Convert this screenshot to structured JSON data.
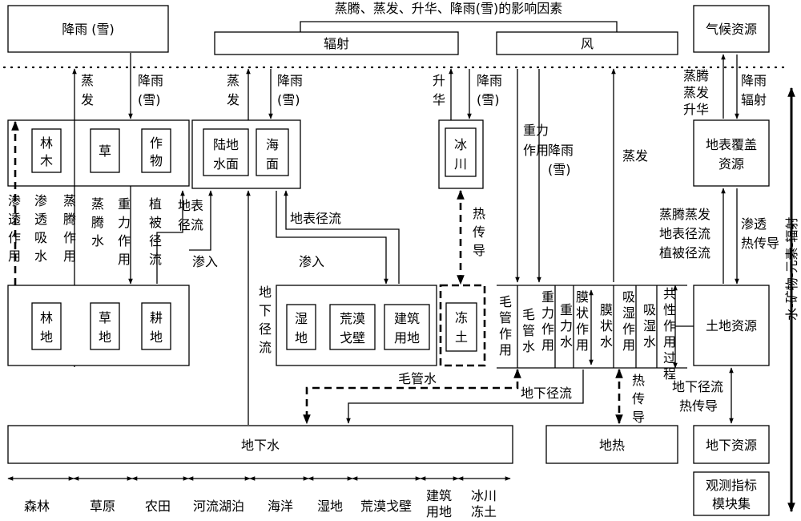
{
  "header": {
    "title": "蒸腾、蒸发、升华、降雨(雪)的影响因素",
    "precip_box": "降雨 (雪)",
    "radiation_box": "辐射",
    "wind_box": "风",
    "climate_box": "气候资源"
  },
  "right_axis": "水-矿物-元素-辐射",
  "flow_labels": {
    "evaporation": [
      "蒸",
      "发"
    ],
    "precipitation": [
      "降雨",
      "(雪)"
    ],
    "sublimation": [
      "升",
      "华"
    ],
    "gravity": [
      "重力",
      "作用"
    ],
    "precip_mid": [
      "降雨",
      "(雪)"
    ],
    "evap_mid": "蒸发",
    "evap_sub_climate": [
      "蒸腾",
      "蒸发",
      "升华"
    ],
    "precip_rad_climate": [
      "降雨",
      "辐射"
    ]
  },
  "veg_cover": {
    "items": [
      [
        "林",
        "木"
      ],
      "草",
      [
        "作",
        "物"
      ]
    ]
  },
  "water_surface": {
    "land": [
      "陆地",
      "水面"
    ],
    "sea": [
      "海",
      "面"
    ]
  },
  "glacier": [
    "冰",
    "川"
  ],
  "surface_cover_resource": [
    "地表覆盖",
    "资源"
  ],
  "vertical_labels": {
    "infiltration_left": "渗透作用",
    "infiltration_absorb": "渗透吸水",
    "transpiration_action": "蒸腾作用",
    "transpiration_water": "蒸腾水",
    "gravity_action": "重力作用",
    "veg_runoff": "植被径流",
    "groundwater_runoff": "地下径流",
    "heat_conduction": "热传导"
  },
  "middle_labels": {
    "surface_runoff_a": [
      "地表",
      "径流"
    ],
    "infiltration_a": "渗入",
    "surface_runoff_b": "地表径流",
    "infiltration_b": "渗入"
  },
  "right_mid_labels": [
    "蒸腾蒸发",
    "地表径流",
    "植被径流"
  ],
  "infil_heat": [
    "渗透",
    "热传导"
  ],
  "land_parcels": [
    [
      "林",
      "地"
    ],
    [
      "草",
      "地"
    ],
    [
      "耕",
      "地"
    ]
  ],
  "landscape": [
    [
      "湿",
      "地"
    ],
    [
      "荒漠",
      "戈壁"
    ],
    [
      "建筑",
      "用地"
    ]
  ],
  "frozen_soil": [
    "冻",
    "土"
  ],
  "soil_water": [
    [
      "毛",
      "管",
      "作",
      "用"
    ],
    [
      "毛",
      "管",
      "水"
    ],
    [
      "重",
      "力",
      "作",
      "用"
    ],
    [
      "重",
      "力",
      "水"
    ],
    [
      "膜",
      "状",
      "作",
      "用"
    ],
    [
      "膜",
      "状",
      "水"
    ],
    [
      "吸",
      "湿",
      "作",
      "用"
    ],
    [
      "吸",
      "湿",
      "水"
    ],
    [
      "共",
      "性",
      "作",
      "用",
      "过",
      "程"
    ]
  ],
  "land_resource": "土地资源",
  "capillary_water": "毛管水",
  "groundwater_runoff_h": "地下径流",
  "heat_conduction_v": [
    "热",
    "传",
    "导"
  ],
  "underground_labels": [
    "地下径流",
    "热传导"
  ],
  "groundwater": "地下水",
  "geothermal": "地热",
  "underground_resource": "地下资源",
  "indicators": [
    "观测指标",
    "模块集"
  ],
  "ecosystems": [
    "森林",
    "草原",
    "农田",
    "河流湖泊",
    "海洋",
    "湿地",
    "荒漠戈壁",
    "建筑用地",
    "冰川冻土"
  ]
}
